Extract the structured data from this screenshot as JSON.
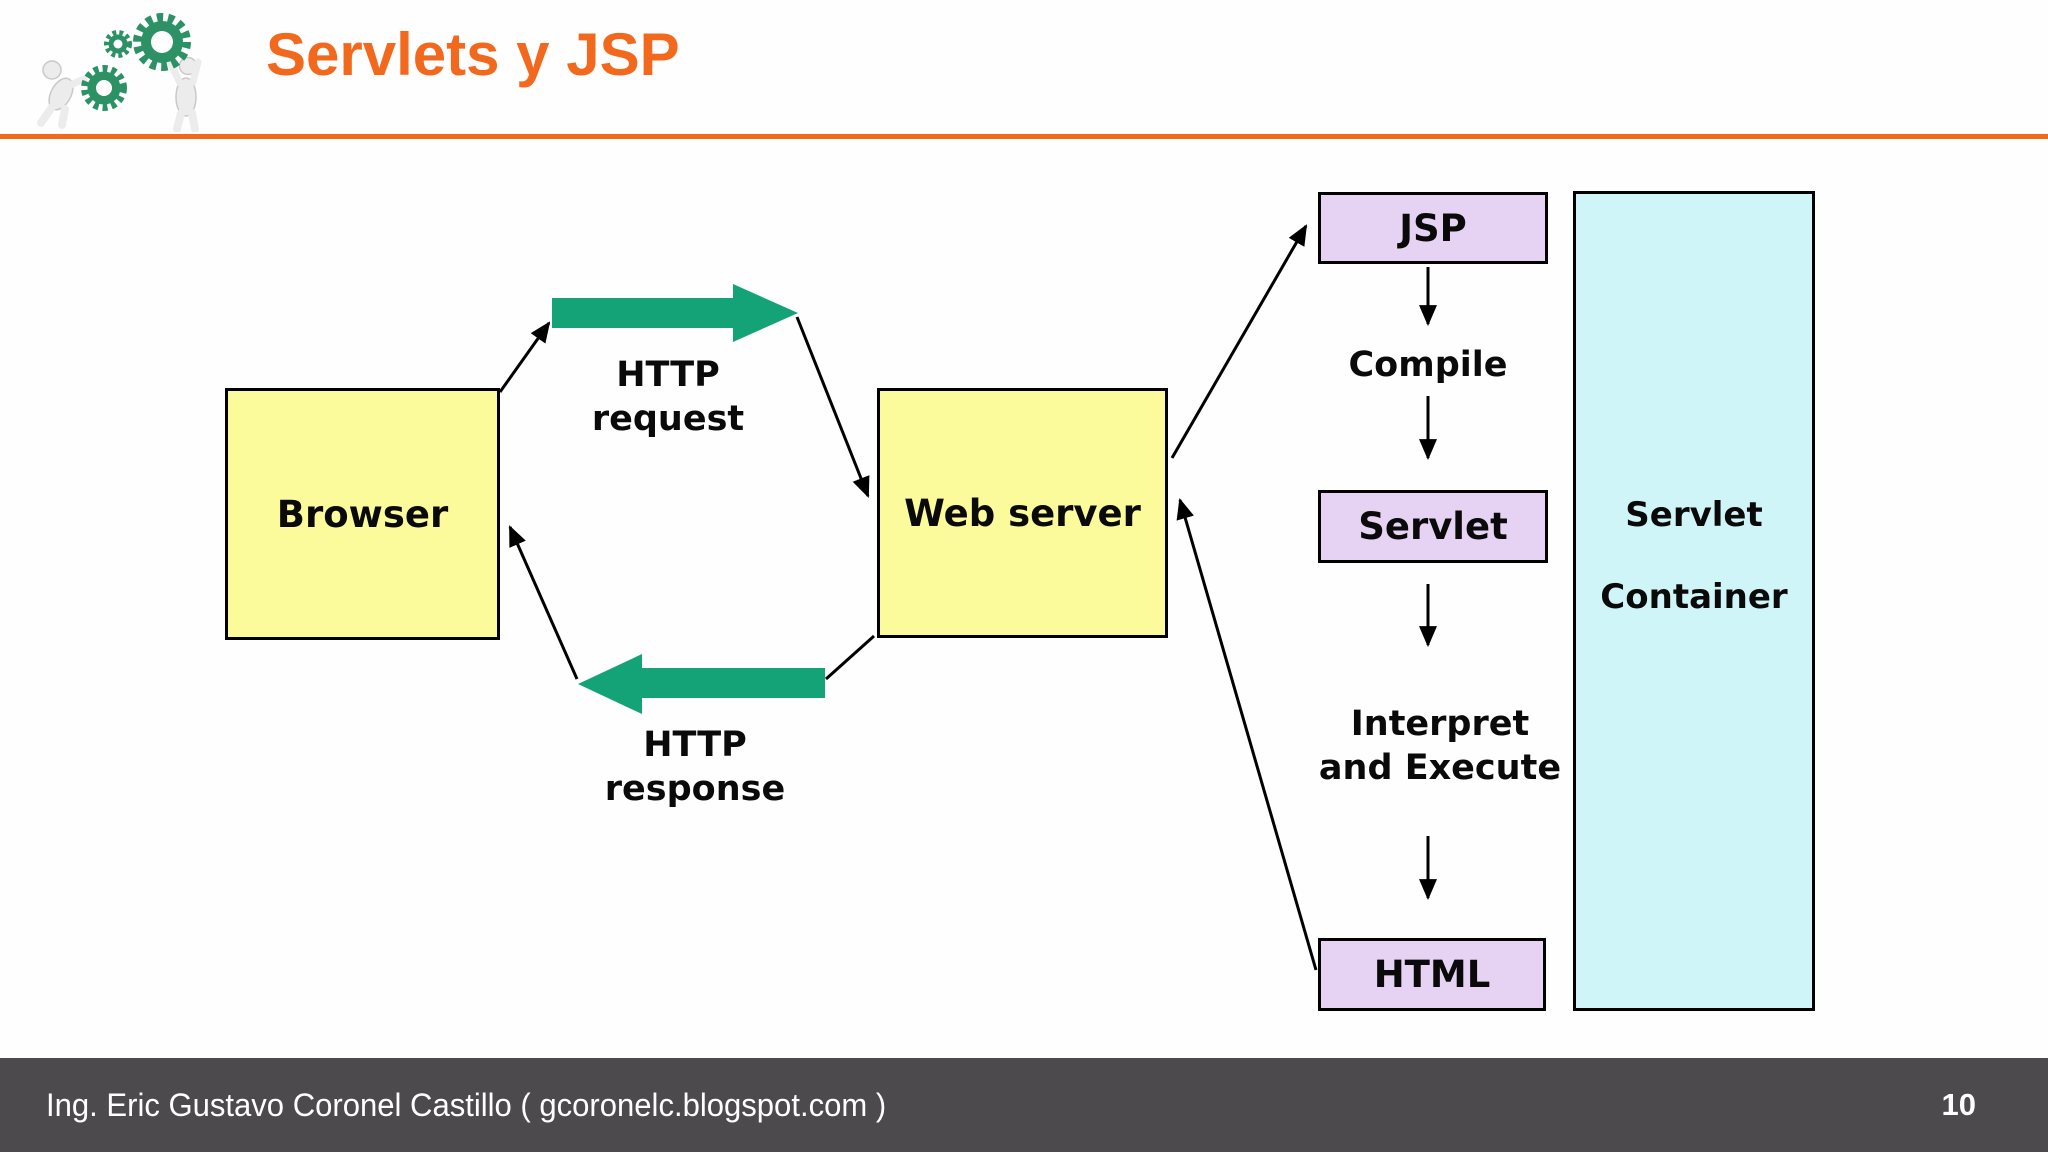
{
  "header": {
    "title": "Servlets y JSP",
    "accent_color": "#F2691D"
  },
  "diagram": {
    "nodes": {
      "browser": "Browser",
      "web_server": "Web server",
      "jsp": "JSP",
      "servlet": "Servlet",
      "html": "HTML"
    },
    "labels": {
      "http_request": {
        "lines": [
          "HTTP",
          "request"
        ]
      },
      "http_response": {
        "lines": [
          "HTTP",
          "response"
        ]
      },
      "compile": "Compile",
      "interpret_execute": {
        "lines": [
          "Interpret",
          "and Execute"
        ]
      },
      "servlet_container": {
        "lines": [
          "Servlet",
          "Container"
        ]
      }
    },
    "colors": {
      "node_yellow": "#FBFB9B",
      "node_purple": "#E6D3F4",
      "container_cyan": "#D0F5F8",
      "flow_arrow_green": "#13A376",
      "connector_black": "#000000",
      "logo_gear_green": "#2C9265"
    }
  },
  "footer": {
    "author": "Ing. Eric Gustavo Coronel Castillo ( gcoronelc.blogspot.com )",
    "page_number": "10",
    "background": "#4C4A4C"
  }
}
